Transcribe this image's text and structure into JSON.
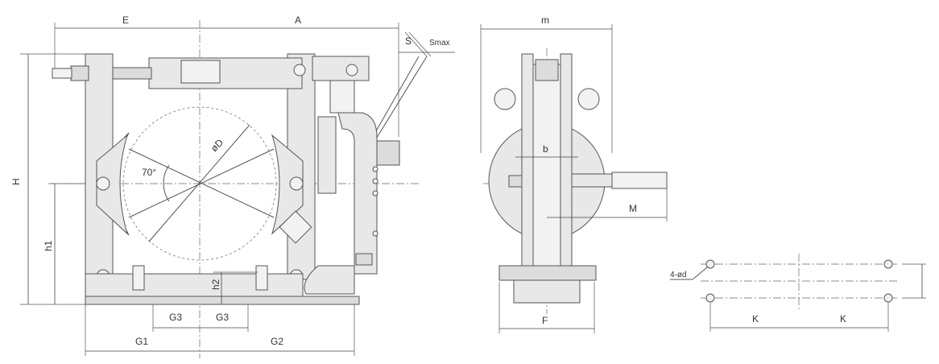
{
  "labels": {
    "E": "E",
    "A": "A",
    "S": "S",
    "Smax": "Smax",
    "H": "H",
    "h1": "h1",
    "h2": "h2",
    "diameter": "øD",
    "angle": "70°",
    "G3_left": "G3",
    "G3_right": "G3",
    "G1": "G1",
    "G2": "G2",
    "m": "m",
    "b": "b",
    "M": "M",
    "F": "F",
    "holes": "4-ød",
    "K_left": "K",
    "K_right": "K"
  }
}
